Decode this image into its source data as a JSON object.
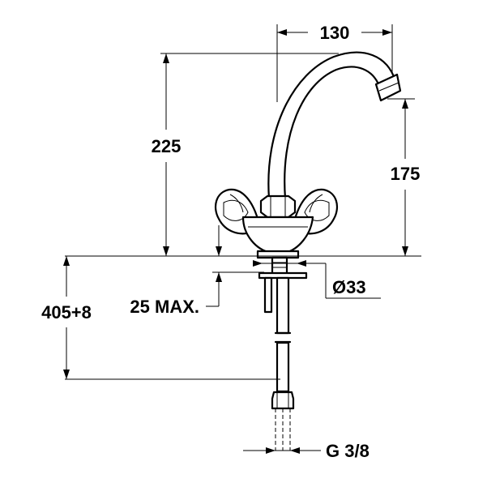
{
  "dimensions": {
    "spout_reach": "130",
    "total_height": "225",
    "spout_height": "175",
    "hole_diameter": "Ø33",
    "max_thickness": "25 MAX.",
    "hose_length": "405+8",
    "connection": "G 3/8"
  }
}
